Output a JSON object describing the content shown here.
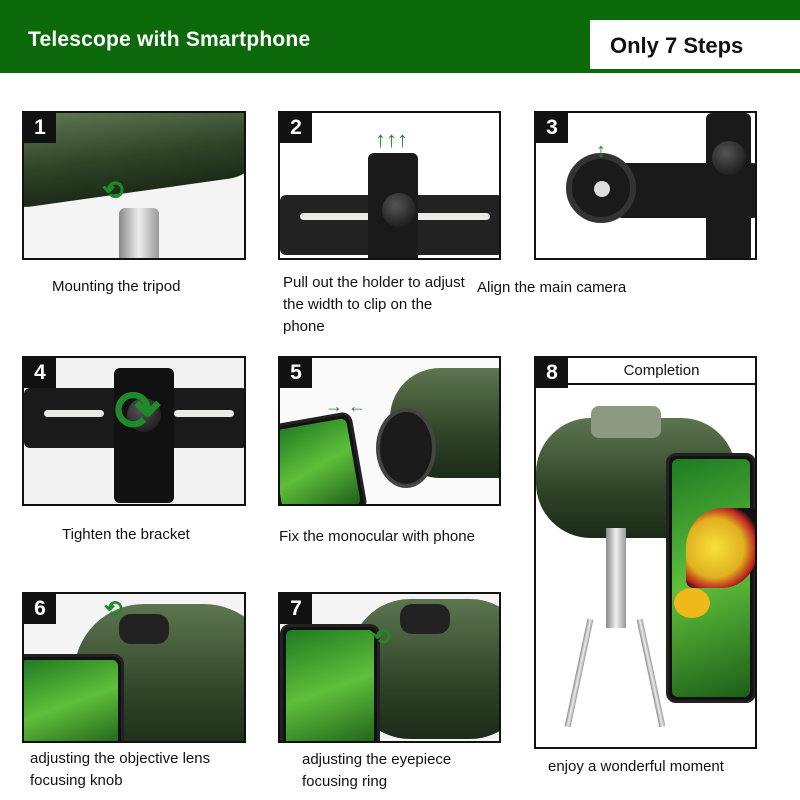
{
  "header": {
    "title": "Telescope with Smartphone",
    "badge": "Only 7 Steps",
    "background_color": "#0c6a0a"
  },
  "steps": [
    {
      "number": "1",
      "caption_lines": [
        "Mounting the tripod"
      ]
    },
    {
      "number": "2",
      "caption_lines": [
        "Pull out the holder to adjust",
        "the width to clip on the",
        "phone"
      ]
    },
    {
      "number": "3",
      "caption_lines": [
        "Align the main camera"
      ]
    },
    {
      "number": "4",
      "caption_lines": [
        "Tighten the bracket"
      ]
    },
    {
      "number": "5",
      "caption_lines": [
        "Fix the monocular with phone"
      ]
    },
    {
      "number": "6",
      "caption_lines": [
        "adjusting the objective lens",
        "focusing knob"
      ]
    },
    {
      "number": "7",
      "caption_lines": [
        "adjusting the eyepiece",
        "focusing ring"
      ]
    },
    {
      "number": "8",
      "heading": "Completion",
      "caption_lines": [
        "enjoy a wonderful moment"
      ]
    }
  ]
}
